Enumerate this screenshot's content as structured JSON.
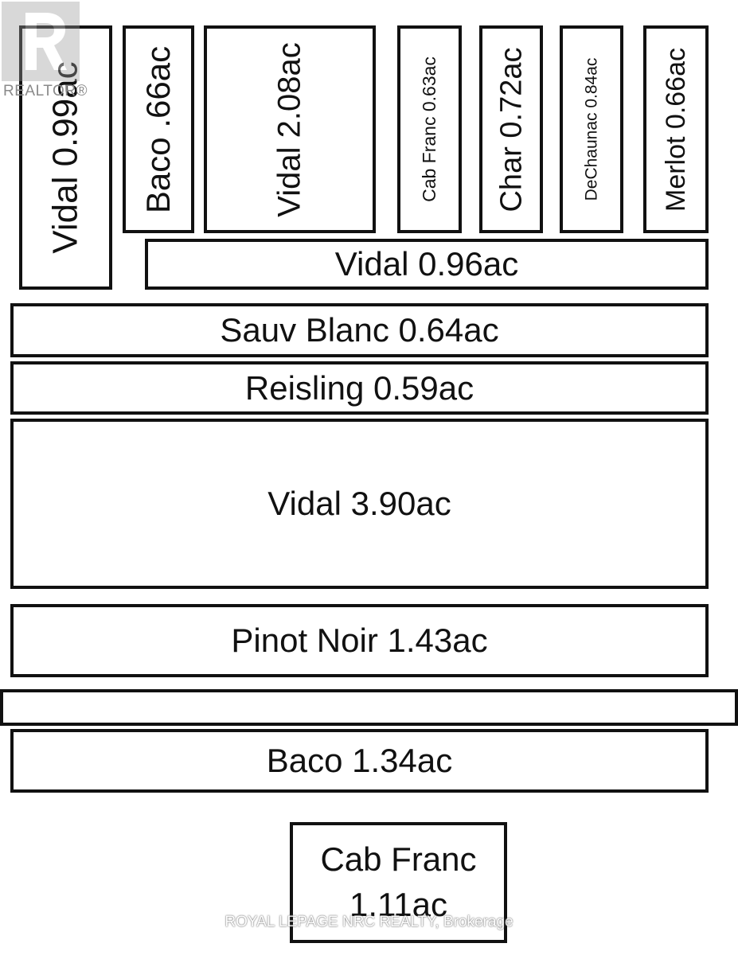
{
  "watermarks": {
    "realtor": "REALTOR®",
    "brokerage": "ROYAL LEPAGE NRC REALTY, Brokerage"
  },
  "blocks": {
    "vidal_099": "Vidal 0.99ac",
    "baco_066": "Baco .66ac",
    "vidal_208": "Vidal 2.08ac",
    "cab_franc_063": "Cab Franc 0.63ac",
    "char_072": "Char 0.72ac",
    "dechaunac_084": "DeChaunac 0.84ac",
    "merlot_066": "Merlot 0.66ac",
    "vidal_096": "Vidal 0.96ac",
    "sauv_blanc_064": "Sauv Blanc 0.64ac",
    "reisling_059": "Reisling 0.59ac",
    "vidal_390": "Vidal 3.90ac",
    "pinot_noir_143": "Pinot Noir 1.43ac",
    "baco_134": "Baco 1.34ac",
    "cab_franc_111_line1": "Cab Franc",
    "cab_franc_111_line2": "1.11ac"
  }
}
